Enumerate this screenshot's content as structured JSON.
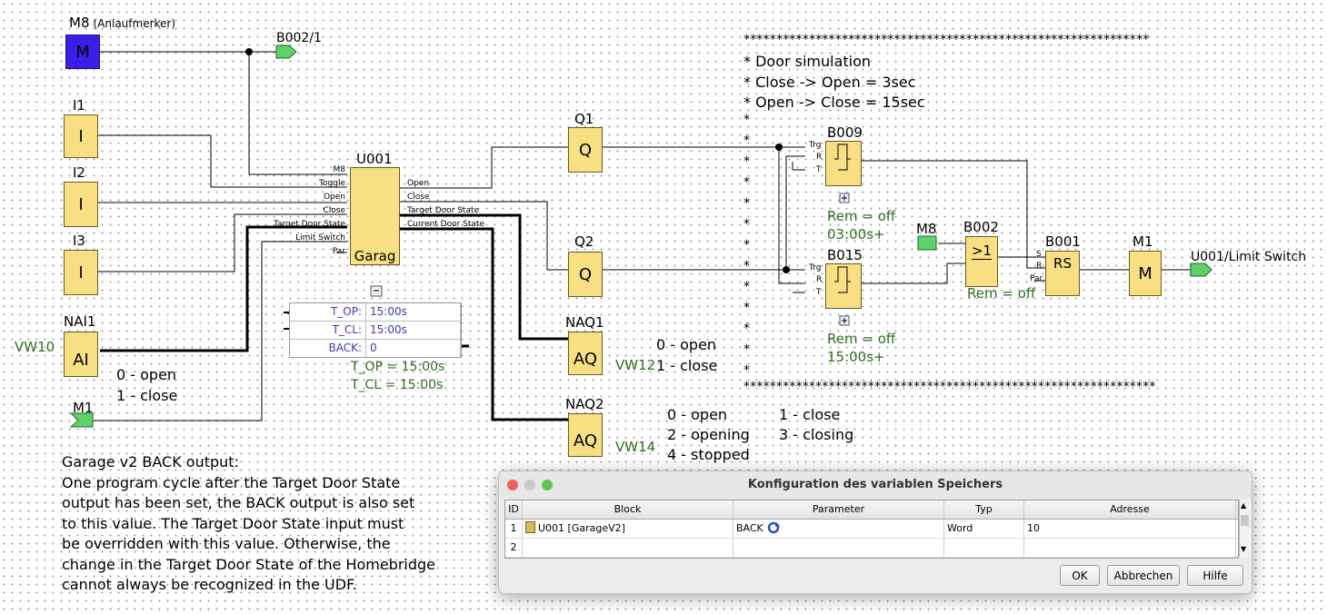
{
  "blocks": {
    "m8": {
      "name": "M8",
      "sub": "(Anlaufmerker)",
      "symbol": "M"
    },
    "i1": {
      "name": "I1",
      "symbol": "I"
    },
    "i2": {
      "name": "I2",
      "symbol": "I"
    },
    "i3": {
      "name": "I3",
      "symbol": "I"
    },
    "nai1": {
      "name": "NAI1",
      "symbol": "AI",
      "tag": "VW10"
    },
    "m1_in": {
      "name": "M1"
    },
    "u001": {
      "name": "U001",
      "label": "Garag",
      "inputs": [
        "M8",
        "Toggle",
        "Open",
        "Close",
        "Target Door State",
        "Limit Switch",
        "Par"
      ],
      "outputs": [
        "Open",
        "Close",
        "Target Door State",
        "Current Door State"
      ]
    },
    "b002_1": {
      "name": "B002/1"
    },
    "q1": {
      "name": "Q1",
      "symbol": "Q"
    },
    "q2": {
      "name": "Q2",
      "symbol": "Q"
    },
    "naq1": {
      "name": "NAQ1",
      "symbol": "AQ",
      "tag": "VW12"
    },
    "naq2": {
      "name": "NAQ2",
      "symbol": "AQ",
      "tag": "VW14"
    },
    "b009": {
      "name": "B009",
      "pins": [
        "Trg",
        "R",
        "T"
      ],
      "rem": "Rem = off",
      "time": "03:00s+"
    },
    "b015": {
      "name": "B015",
      "pins": [
        "Trg",
        "R",
        "T"
      ],
      "rem": "Rem = off",
      "time": "15:00s+"
    },
    "m8_sim": {
      "name": "M8"
    },
    "b002": {
      "name": "B002",
      "symbol": ">1",
      "rem": "Rem = off"
    },
    "b001": {
      "name": "B001",
      "symbol": "RS",
      "pins": [
        "S",
        "R",
        "Par"
      ]
    },
    "m1_out": {
      "name": "M1",
      "symbol": "M"
    },
    "u001_ls": {
      "name": "U001/Limit Switch"
    }
  },
  "param_table": {
    "rows": [
      {
        "k": "T_OP:",
        "v": "15:00s"
      },
      {
        "k": "T_CL:",
        "v": "15:00s"
      },
      {
        "k": "BACK:",
        "v": "0"
      }
    ],
    "summary1": "T_OP = 15:00s",
    "summary2": "T_CL = 15:00s"
  },
  "notes": {
    "nai_legend": [
      "0 - open",
      "1 - close"
    ],
    "naq1_legend": [
      "0 - open",
      "1 - close"
    ],
    "naq2_legend": [
      "0 - open",
      "1 - close",
      "2 - opening",
      "3 - closing",
      "4 - stopped"
    ],
    "sim_stars": "**************************************************************",
    "sim_stars2": "***************************************************************",
    "sim_lines": [
      "* Door simulation",
      "* Close -> Open = 3sec",
      "* Open -> Close = 15sec"
    ],
    "back_title": "Garage v2 BACK output:",
    "back_lines": [
      "One program cycle after the Target Door State",
      "output has been set, the BACK output is also set",
      "to this value. The Target Door State input must",
      "be overridden with this value. Otherwise, the",
      "change in the Target Door State of the Homebridge",
      "cannot always be recognized in the UDF."
    ]
  },
  "dialog": {
    "title": "Konfiguration des variablen Speichers",
    "columns": [
      "ID",
      "Block",
      "Parameter",
      "Typ",
      "Adresse"
    ],
    "rows": [
      {
        "id": "1",
        "block": "U001 [GarageV2]",
        "param": "BACK",
        "typ": "Word",
        "adresse": "10"
      },
      {
        "id": "2",
        "block": "",
        "param": "",
        "typ": "",
        "adresse": ""
      }
    ],
    "buttons": {
      "ok": "OK",
      "cancel": "Abbrechen",
      "help": "Hilfe"
    }
  }
}
